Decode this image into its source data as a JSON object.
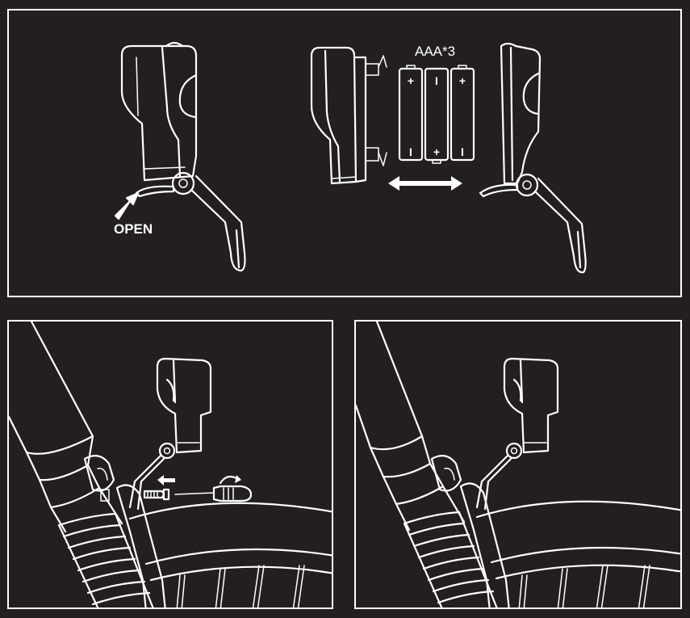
{
  "colors": {
    "background": "#231f20",
    "line": "#ffffff"
  },
  "panels": {
    "top": {
      "open_label": "OPEN",
      "battery_label": "AAA*3",
      "batteries": [
        {
          "top": "+",
          "bottom": "I"
        },
        {
          "top": "I",
          "bottom": "+"
        },
        {
          "top": "+",
          "bottom": "I"
        }
      ]
    }
  },
  "icons": {
    "open_arrow": "arrow-up-right-icon",
    "swap_arrow": "double-headed-arrow-icon",
    "screwdriver": "screwdriver-icon",
    "screw": "screw-icon"
  }
}
